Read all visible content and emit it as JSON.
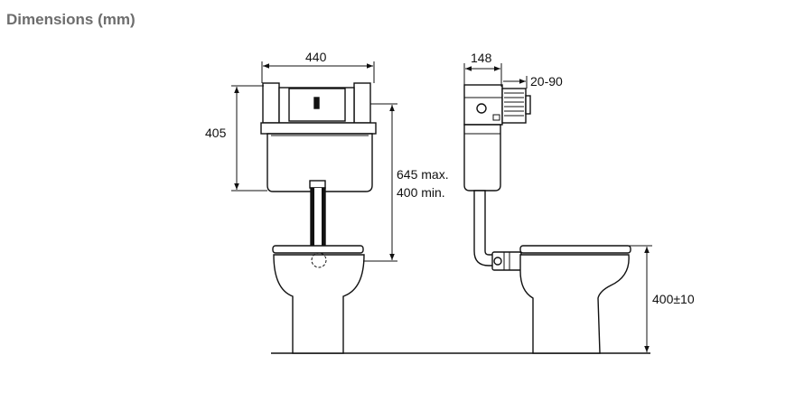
{
  "heading": "Dimensions (mm)",
  "front_view": {
    "width_label": "440",
    "height_label": "405",
    "range_label_max": "645 max.",
    "range_label_min": "400 min."
  },
  "side_view": {
    "depth_label": "148",
    "adjust_label": "20-90",
    "seat_height_label": "400±10"
  },
  "colors": {
    "line": "#111111",
    "fill": "#ffffff",
    "heading": "#6d6d6d"
  }
}
